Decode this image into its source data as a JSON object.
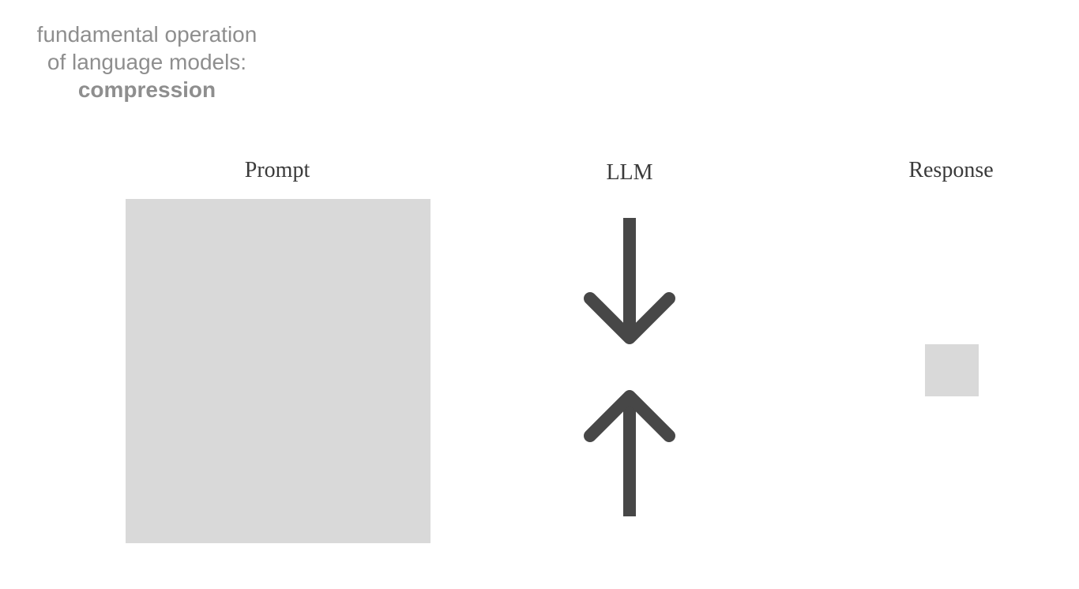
{
  "subtitle": {
    "line1": "fundamental operation",
    "line2": "of language models:",
    "line3": "compression"
  },
  "labels": {
    "prompt": "Prompt",
    "llm": "LLM",
    "response": "Response"
  },
  "colors": {
    "box_fill": "#d9d9d9",
    "arrow": "#474747",
    "subtitle_text": "#8e8e8e",
    "label_text": "#3a3a3a"
  },
  "icons": {
    "down_arrow": "arrow-down-icon",
    "up_arrow": "arrow-up-icon"
  }
}
